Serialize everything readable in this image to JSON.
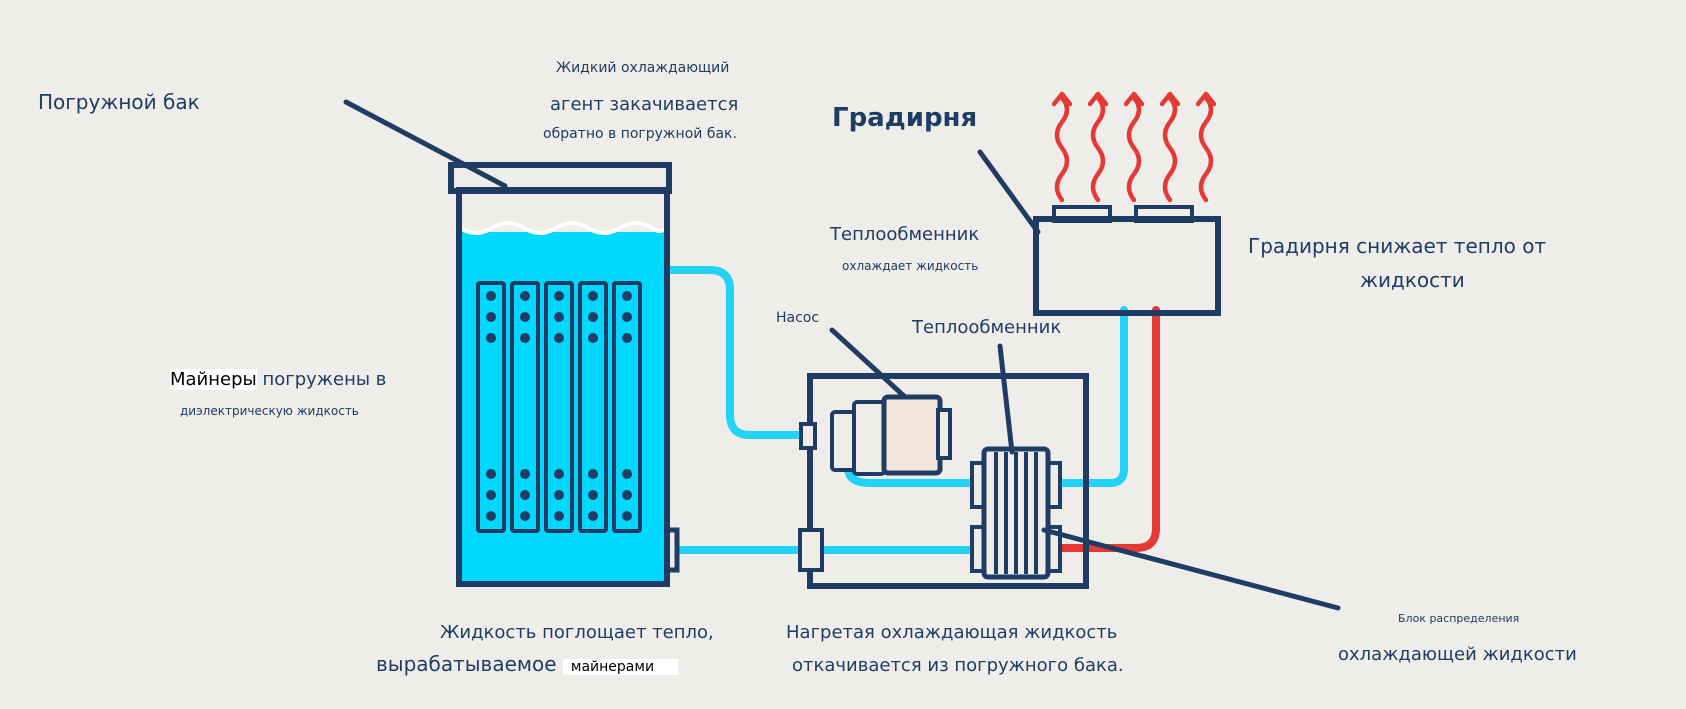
{
  "labels": {
    "immersion_tank": "Погружной бак",
    "pumped_back_line1": "Жидкий охлаждающий",
    "pumped_back_line2": "агент закачивается",
    "pumped_back_line3": "обратно в погружной бак.",
    "cooling_tower_title": "Градирня",
    "heat_exchanger_cools_line1": "Теплообменник",
    "heat_exchanger_cools_line2": "охлаждает жидкость",
    "cooling_tower_desc_line1": "Градирня снижает тепло от",
    "cooling_tower_desc_line2": "жидкости",
    "pump": "Насос",
    "heat_exchanger": "Теплообменник",
    "miners_submerged_line1_word": "Майнеры",
    "miners_submerged_line1_rest": "погружены в",
    "miners_submerged_line2": "диэлектрическую жидкость",
    "liquid_absorbs_line1": "Жидкость поглощает тепло,",
    "liquid_absorbs_line2": "вырабатываемое",
    "liquid_absorbs_word": "майнерами",
    "heated_pumped_line1": "Нагретая охлаждающая жидкость",
    "heated_pumped_line2": "откачивается из погружного бака.",
    "cdu_line1": "Блок распределения",
    "cdu_line2": "охлаждающей жидкости"
  },
  "colors": {
    "dark_blue": "#1f3d63",
    "coolant_blue": "#00d8ff",
    "hot_red": "#e53935",
    "background": "#eeedea",
    "pump_fill": "#f2e6dd"
  },
  "icons": {
    "heat_waves": "wavy-up-arrow-icon",
    "miner_fan": "fan-icon"
  }
}
